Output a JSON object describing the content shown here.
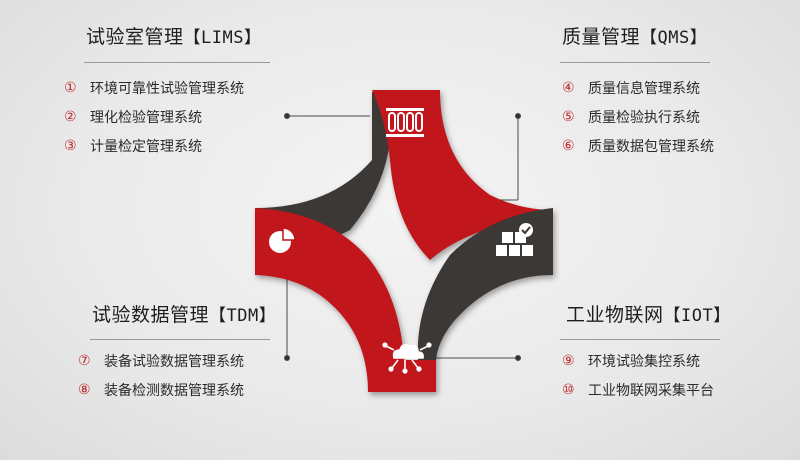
{
  "sections": [
    {
      "title": "试验室管理",
      "tag": "【LIMS】",
      "items": [
        {
          "num": "①",
          "label": "环境可靠性试验管理系统"
        },
        {
          "num": "②",
          "label": "理化检验管理系统"
        },
        {
          "num": "③",
          "label": "计量检定管理系统"
        }
      ]
    },
    {
      "title": "质量管理",
      "tag": "【QMS】",
      "items": [
        {
          "num": "④",
          "label": "质量信息管理系统"
        },
        {
          "num": "⑤",
          "label": "质量检验执行系统"
        },
        {
          "num": "⑥",
          "label": "质量数据包管理系统"
        }
      ]
    },
    {
      "title": "试验数据管理",
      "tag": "【TDM】",
      "items": [
        {
          "num": "⑦",
          "label": "装备试验数据管理系统"
        },
        {
          "num": "⑧",
          "label": "装备检测数据管理系统"
        }
      ]
    },
    {
      "title": "工业物联网",
      "tag": "【IOT】",
      "items": [
        {
          "num": "⑨",
          "label": "环境试验集控系统"
        },
        {
          "num": "⑩",
          "label": "工业物联网采集平台"
        }
      ]
    }
  ],
  "icons": [
    "test-tubes-icon",
    "boxes-check-icon",
    "pie-chart-icon",
    "cloud-network-icon"
  ],
  "colors": {
    "red": "#c0121a",
    "dark": "#3a3736",
    "accent": "#c0282a"
  }
}
